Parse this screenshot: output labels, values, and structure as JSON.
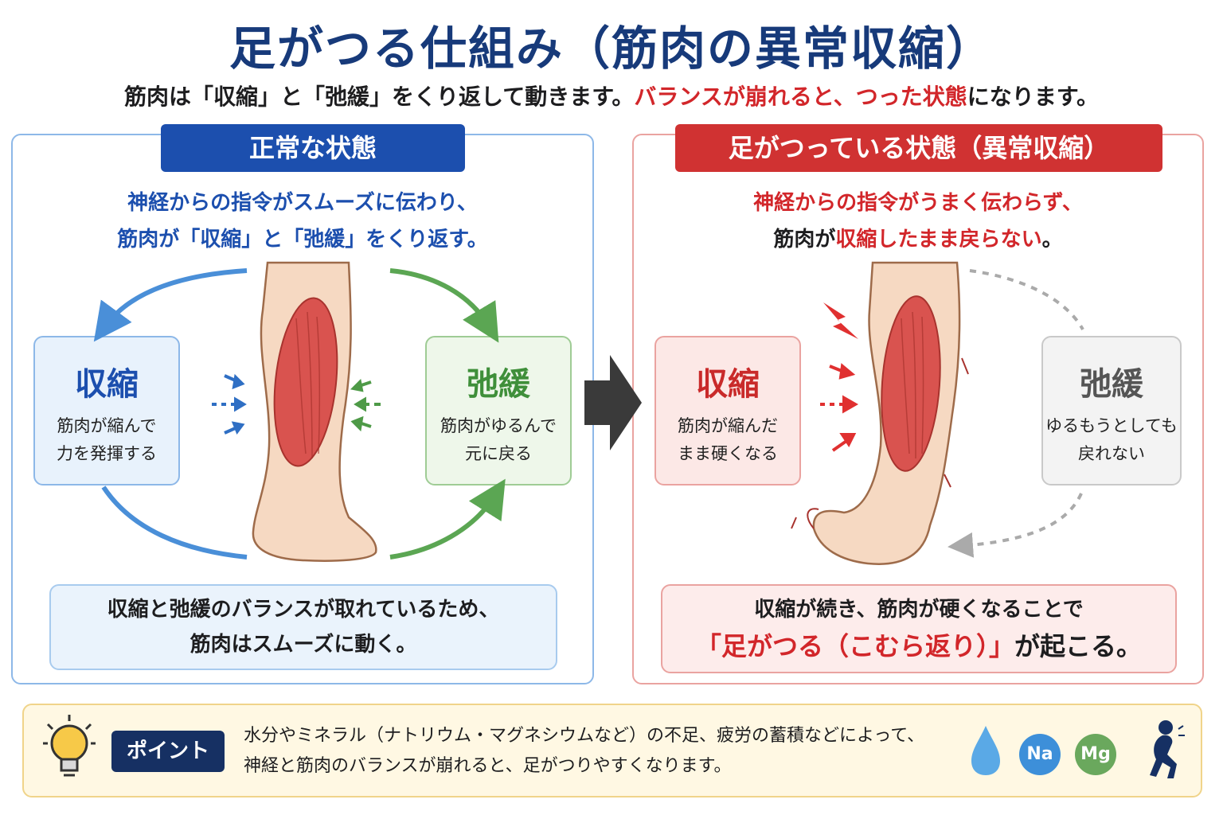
{
  "title": "足がつる仕組み（筋肉の異常収縮）",
  "subtitle": {
    "part1": "筋肉は「収縮」と「弛緩」をくり返して動きます。",
    "part2_red": "バランスが崩れると、つった状態",
    "part3": "になります。"
  },
  "normal": {
    "header": "正常な状態",
    "desc_line1": "神経からの指令がスムーズに伝わり、",
    "desc_line2": "筋肉が「収縮」と「弛緩」をくり返す。",
    "contraction": {
      "title": "収縮",
      "line1": "筋肉が縮んで",
      "line2": "力を発揮する"
    },
    "relaxation": {
      "title": "弛緩",
      "line1": "筋肉がゆるんで",
      "line2": "元に戻る"
    },
    "note_line1": "収縮と弛緩のバランスが取れているため、",
    "note_line2": "筋肉はスムーズに動く。"
  },
  "cramp": {
    "header": "足がつっている状態（異常収縮）",
    "desc_line1": "神経からの指令がうまく伝わらず、",
    "desc_line2_a": "筋肉が",
    "desc_line2_red": "収縮したまま戻らない",
    "desc_line2_b": "。",
    "contraction": {
      "title": "収縮",
      "line1": "筋肉が縮んだ",
      "line2": "まま硬くなる"
    },
    "relaxation": {
      "title": "弛緩",
      "line1": "ゆるもうとしても",
      "line2": "戻れない"
    },
    "note_line1": "収縮が続き、筋肉が硬くなることで",
    "note_line2_red": "「足がつる（こむら返り）」",
    "note_line2_b": "が起こる。"
  },
  "point": {
    "label": "ポイント",
    "line1": "水分やミネラル（ナトリウム・マグネシウムなど）の不足、疲労の蓄積などによって、",
    "line2": "神経と筋肉のバランスが崩れると、足がつりやすくなります。",
    "na": "Na",
    "mg": "Mg"
  },
  "icons": [
    "lightbulb-icon",
    "water-drop-icon",
    "cramp-person-icon",
    "transition-arrow-icon",
    "lightning-icon"
  ],
  "colors": {
    "blue": "#1c4fae",
    "red": "#d03232",
    "green": "#3f8f3a",
    "navy": "#173a7a",
    "skin": "#f6d9c2",
    "muscle": "#d9534f"
  }
}
